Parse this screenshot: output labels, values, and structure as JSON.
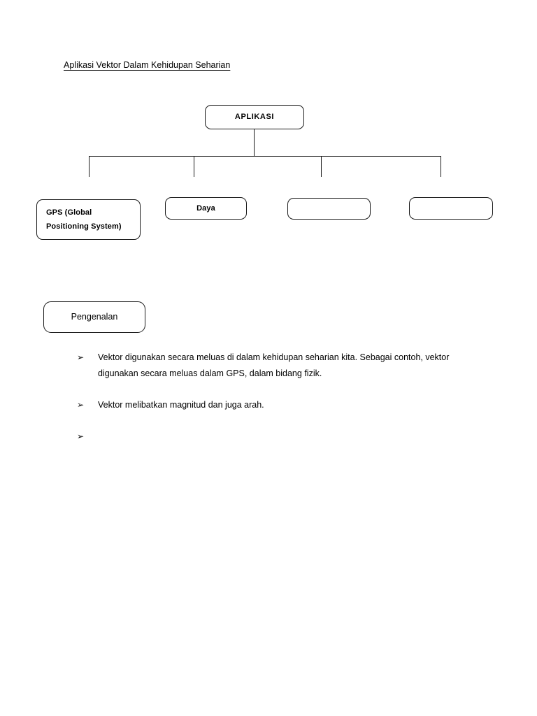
{
  "document": {
    "title": "Aplikasi Vektor Dalam Kehidupan Seharian"
  },
  "flowchart": {
    "root": {
      "label": "APLIKASI"
    },
    "children": [
      {
        "label": "GPS (Global\nPositioning System)"
      },
      {
        "label": "Daya"
      },
      {
        "label": ""
      },
      {
        "label": ""
      }
    ]
  },
  "section": {
    "heading_box": {
      "label": "Pengenalan"
    },
    "bullets": [
      {
        "marker": "➢",
        "text": "Vektor digunakan secara meluas di dalam kehidupan seharian kita. Sebagai contoh, vektor digunakan secara meluas dalam GPS, dalam bidang fizik."
      },
      {
        "marker": "➢",
        "text": "Vektor melibatkan magnitud dan juga arah."
      },
      {
        "marker": "➢",
        "text": ""
      }
    ]
  },
  "colors": {
    "page_background": "#ffffff",
    "text": "#000000",
    "box_border": "#1a1a1a",
    "connector": "#1a1a1a"
  }
}
